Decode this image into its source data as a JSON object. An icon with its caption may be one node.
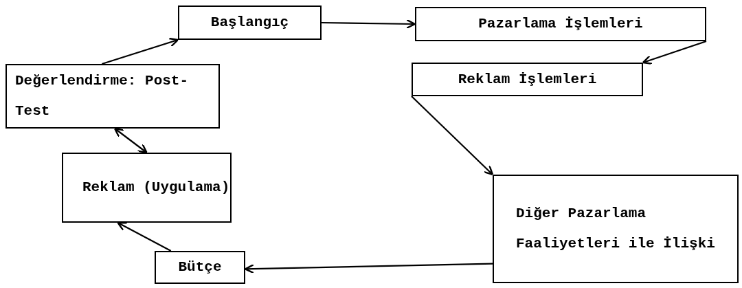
{
  "diagram": {
    "nodes": [
      {
        "text": [
          "Başlangıç"
        ]
      },
      {
        "text": [
          "Pazarlama İşlemleri"
        ]
      },
      {
        "text": [
          "Reklam İşlemleri"
        ]
      },
      {
        "text": [
          "Değerlendirme: Post-Test"
        ]
      },
      {
        "text": [
          "Reklam (Uygulama)"
        ]
      },
      {
        "text": [
          "Diğer Pazarlama Faaliyetleri ile İlişki"
        ]
      },
      {
        "text": [
          "Bütçe"
        ]
      }
    ],
    "edges": [
      {
        "from": 0,
        "to": 1,
        "arrow": "to"
      },
      {
        "from": 1,
        "to": 2,
        "arrow": "to"
      },
      {
        "from": 2,
        "to": 5,
        "arrow": "to"
      },
      {
        "from": 5,
        "to": 6,
        "arrow": "to"
      },
      {
        "from": 6,
        "to": 4,
        "arrow": "to"
      },
      {
        "from": 4,
        "to": 3,
        "arrow": "both"
      },
      {
        "from": 3,
        "to": 0,
        "arrow": "to"
      }
    ]
  }
}
